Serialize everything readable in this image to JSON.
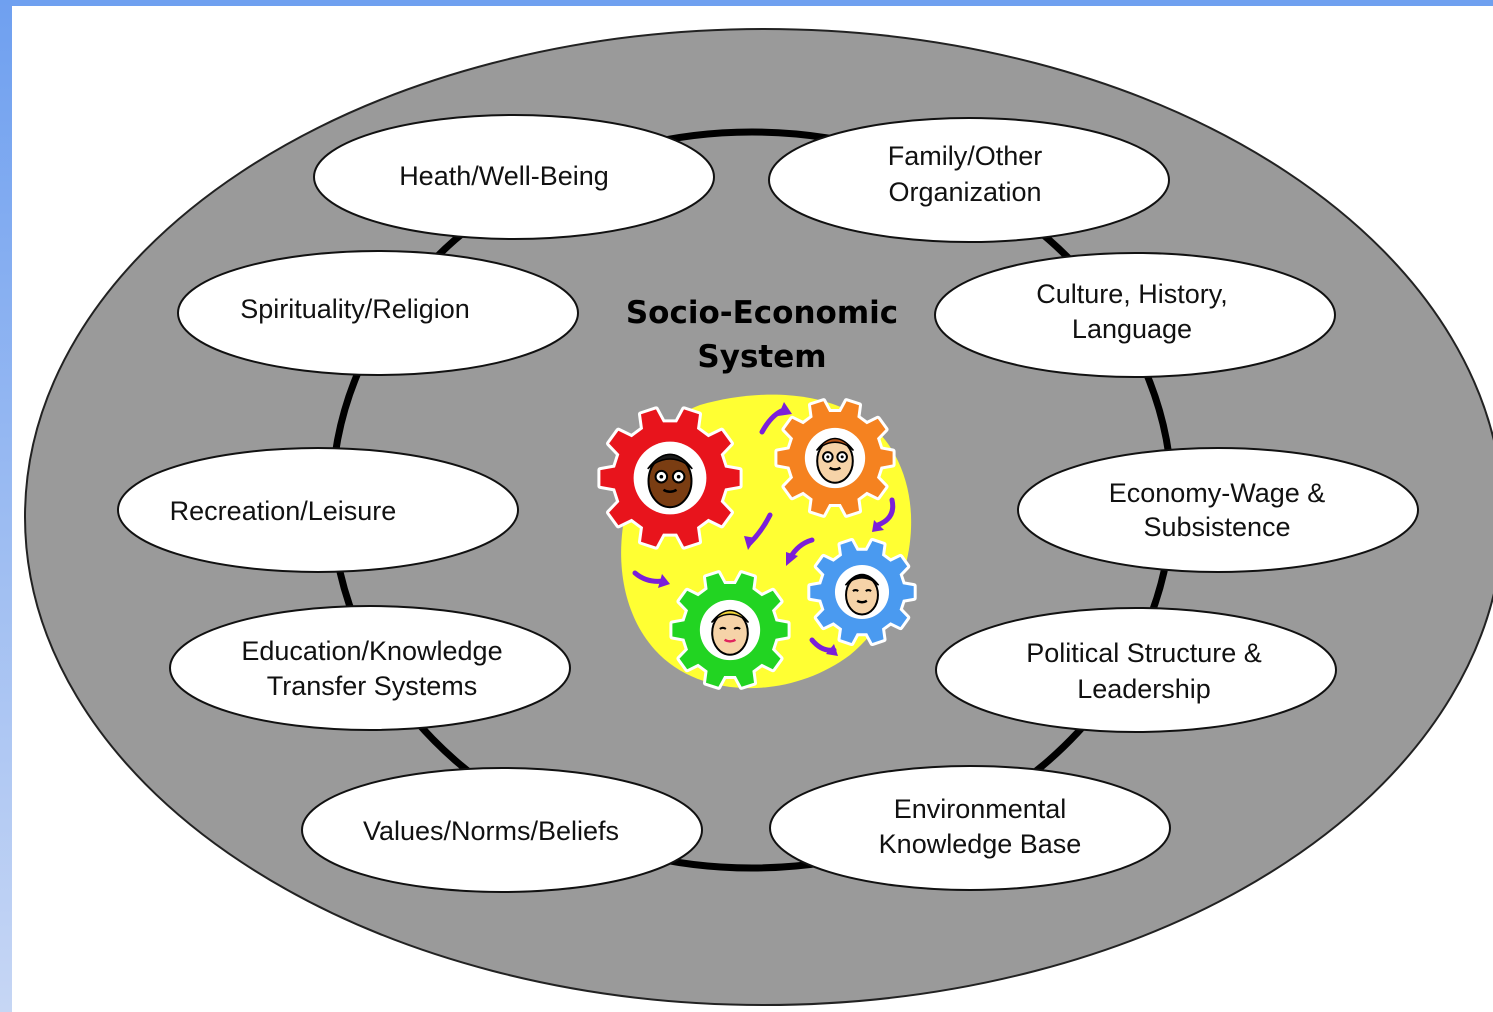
{
  "diagram": {
    "center_title": [
      "Socio-Economic",
      "System"
    ],
    "nodes": [
      {
        "id": "health",
        "lines": [
          "Heath/Well-Being"
        ]
      },
      {
        "id": "family",
        "lines": [
          "Family/Other",
          "Organization"
        ]
      },
      {
        "id": "spirituality",
        "lines": [
          "Spirituality/Religion"
        ]
      },
      {
        "id": "culture",
        "lines": [
          "Culture, History,",
          "Language"
        ]
      },
      {
        "id": "recreation",
        "lines": [
          "Recreation/Leisure"
        ]
      },
      {
        "id": "economy",
        "lines": [
          "Economy-Wage &",
          "Subsistence"
        ]
      },
      {
        "id": "education",
        "lines": [
          "Education/Knowledge",
          "Transfer Systems"
        ]
      },
      {
        "id": "political",
        "lines": [
          "Political Structure &",
          "Leadership"
        ]
      },
      {
        "id": "values",
        "lines": [
          "Values/Norms/Beliefs"
        ]
      },
      {
        "id": "environmental",
        "lines": [
          "Environmental",
          "Knowledge Base"
        ]
      }
    ],
    "gears": [
      {
        "id": "gear-red",
        "color": "#e8141c",
        "face": "dark-face-glasses"
      },
      {
        "id": "gear-orange",
        "color": "#f58220",
        "face": "redhead-face-glasses"
      },
      {
        "id": "gear-green",
        "color": "#22d422",
        "face": "blonde-face"
      },
      {
        "id": "gear-blue",
        "color": "#4a9af0",
        "face": "dark-hair-face"
      }
    ],
    "colors": {
      "outer_fill": "#9a9a9a",
      "ring": "#000000",
      "node_fill": "#ffffff",
      "center_blob": "#ffff33",
      "arrows": "#7b1fd9"
    }
  }
}
